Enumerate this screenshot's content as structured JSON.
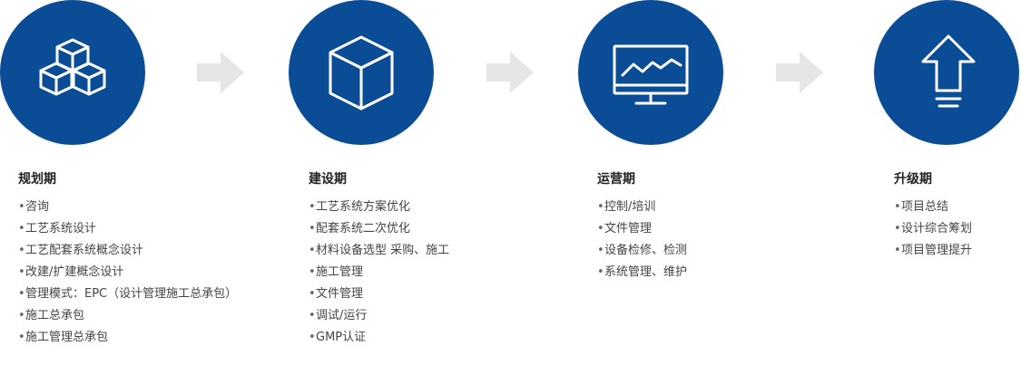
{
  "colors": {
    "circle": "#0a4c96",
    "icon": "#ffffff",
    "arrow": "#e6e6e6",
    "text": "#444444",
    "title": "#222222"
  },
  "stages": [
    {
      "title": "规划期",
      "icon": "cubes-icon",
      "items": [
        "咨询",
        "工艺系统设计",
        "工艺配套系统概念设计",
        "改建/扩建概念设计",
        "管理模式：EPC（设计管理施工总承包）",
        "施工总承包",
        "施工管理总承包"
      ]
    },
    {
      "title": "建设期",
      "icon": "cube-icon",
      "items": [
        "工艺系统方案优化",
        "配套系统二次优化",
        "材料设备选型 采购、施工",
        "施工管理",
        "文件管理",
        "调试/运行",
        "GMP认证"
      ]
    },
    {
      "title": "运营期",
      "icon": "monitor-chart-icon",
      "items": [
        "控制/培训",
        "文件管理",
        "设备检修、检测",
        "系统管理、维护"
      ]
    },
    {
      "title": "升级期",
      "icon": "upgrade-arrow-icon",
      "items": [
        "项目总结",
        "设计综合筹划",
        "项目管理提升"
      ]
    }
  ]
}
